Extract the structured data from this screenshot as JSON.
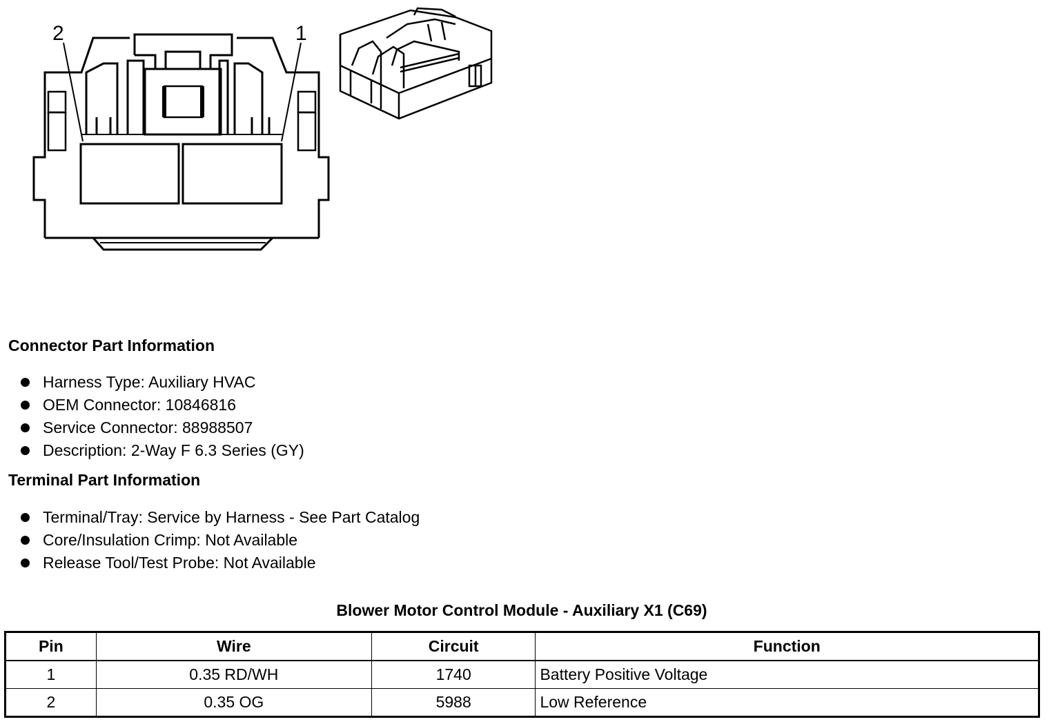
{
  "drawing": {
    "pin_labels": [
      "2",
      "1"
    ]
  },
  "connector_info": {
    "heading": "Connector Part Information",
    "items": [
      "Harness Type: Auxiliary HVAC",
      "OEM Connector: 10846816",
      "Service Connector: 88988507",
      "Description: 2-Way F 6.3 Series (GY)"
    ]
  },
  "terminal_info": {
    "heading": "Terminal Part Information",
    "items": [
      "Terminal/Tray: Service by Harness - See Part Catalog",
      "Core/Insulation Crimp: Not Available",
      "Release Tool/Test Probe: Not Available"
    ]
  },
  "pin_table": {
    "title": "Blower Motor Control Module - Auxiliary X1 (C69)",
    "headers": [
      "Pin",
      "Wire",
      "Circuit",
      "Function"
    ],
    "rows": [
      [
        "1",
        "0.35 RD/WH",
        "1740",
        "Battery Positive Voltage"
      ],
      [
        "2",
        "0.35 OG",
        "5988",
        "Low Reference"
      ]
    ]
  }
}
